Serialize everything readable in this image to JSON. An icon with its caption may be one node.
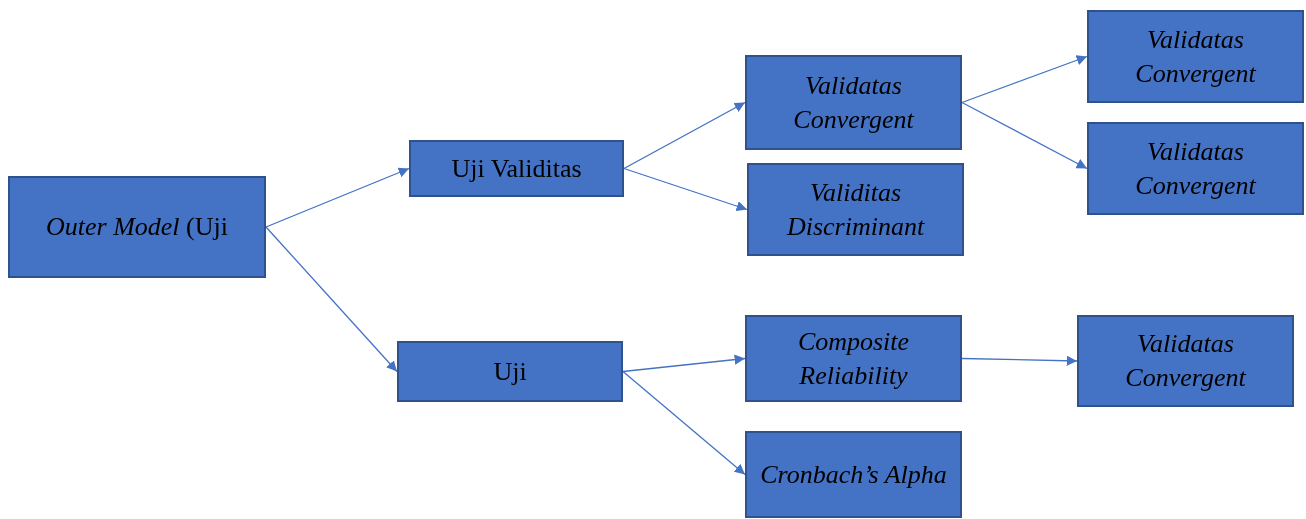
{
  "diagram": {
    "nodes": [
      {
        "text": [
          "*Outer Model* (Uji"
        ]
      },
      {
        "text": [
          "Uji Validitas"
        ]
      },
      {
        "text": [
          "Validatas Convergent"
        ]
      },
      {
        "text": [
          "Validitas Discriminant"
        ]
      },
      {
        "text": [
          "Validatas Convergent"
        ]
      },
      {
        "text": [
          "Validatas Convergent"
        ]
      },
      {
        "text": [
          "Uji"
        ]
      },
      {
        "text": [
          "Composite Reliability"
        ]
      },
      {
        "text": [
          "Cronbach’s Alpha"
        ]
      },
      {
        "text": [
          "Validatas Convergent"
        ]
      }
    ],
    "edges": [
      {
        "from": 0,
        "to": 1,
        "arrow": "to"
      },
      {
        "from": 0,
        "to": 6,
        "arrow": "to"
      },
      {
        "from": 1,
        "to": 2,
        "arrow": "to"
      },
      {
        "from": 1,
        "to": 3,
        "arrow": "to"
      },
      {
        "from": 2,
        "to": 4,
        "arrow": "to"
      },
      {
        "from": 2,
        "to": 5,
        "arrow": "to"
      },
      {
        "from": 6,
        "to": 7,
        "arrow": "to"
      },
      {
        "from": 6,
        "to": 8,
        "arrow": "to"
      },
      {
        "from": 7,
        "to": 9,
        "arrow": "to"
      }
    ]
  }
}
